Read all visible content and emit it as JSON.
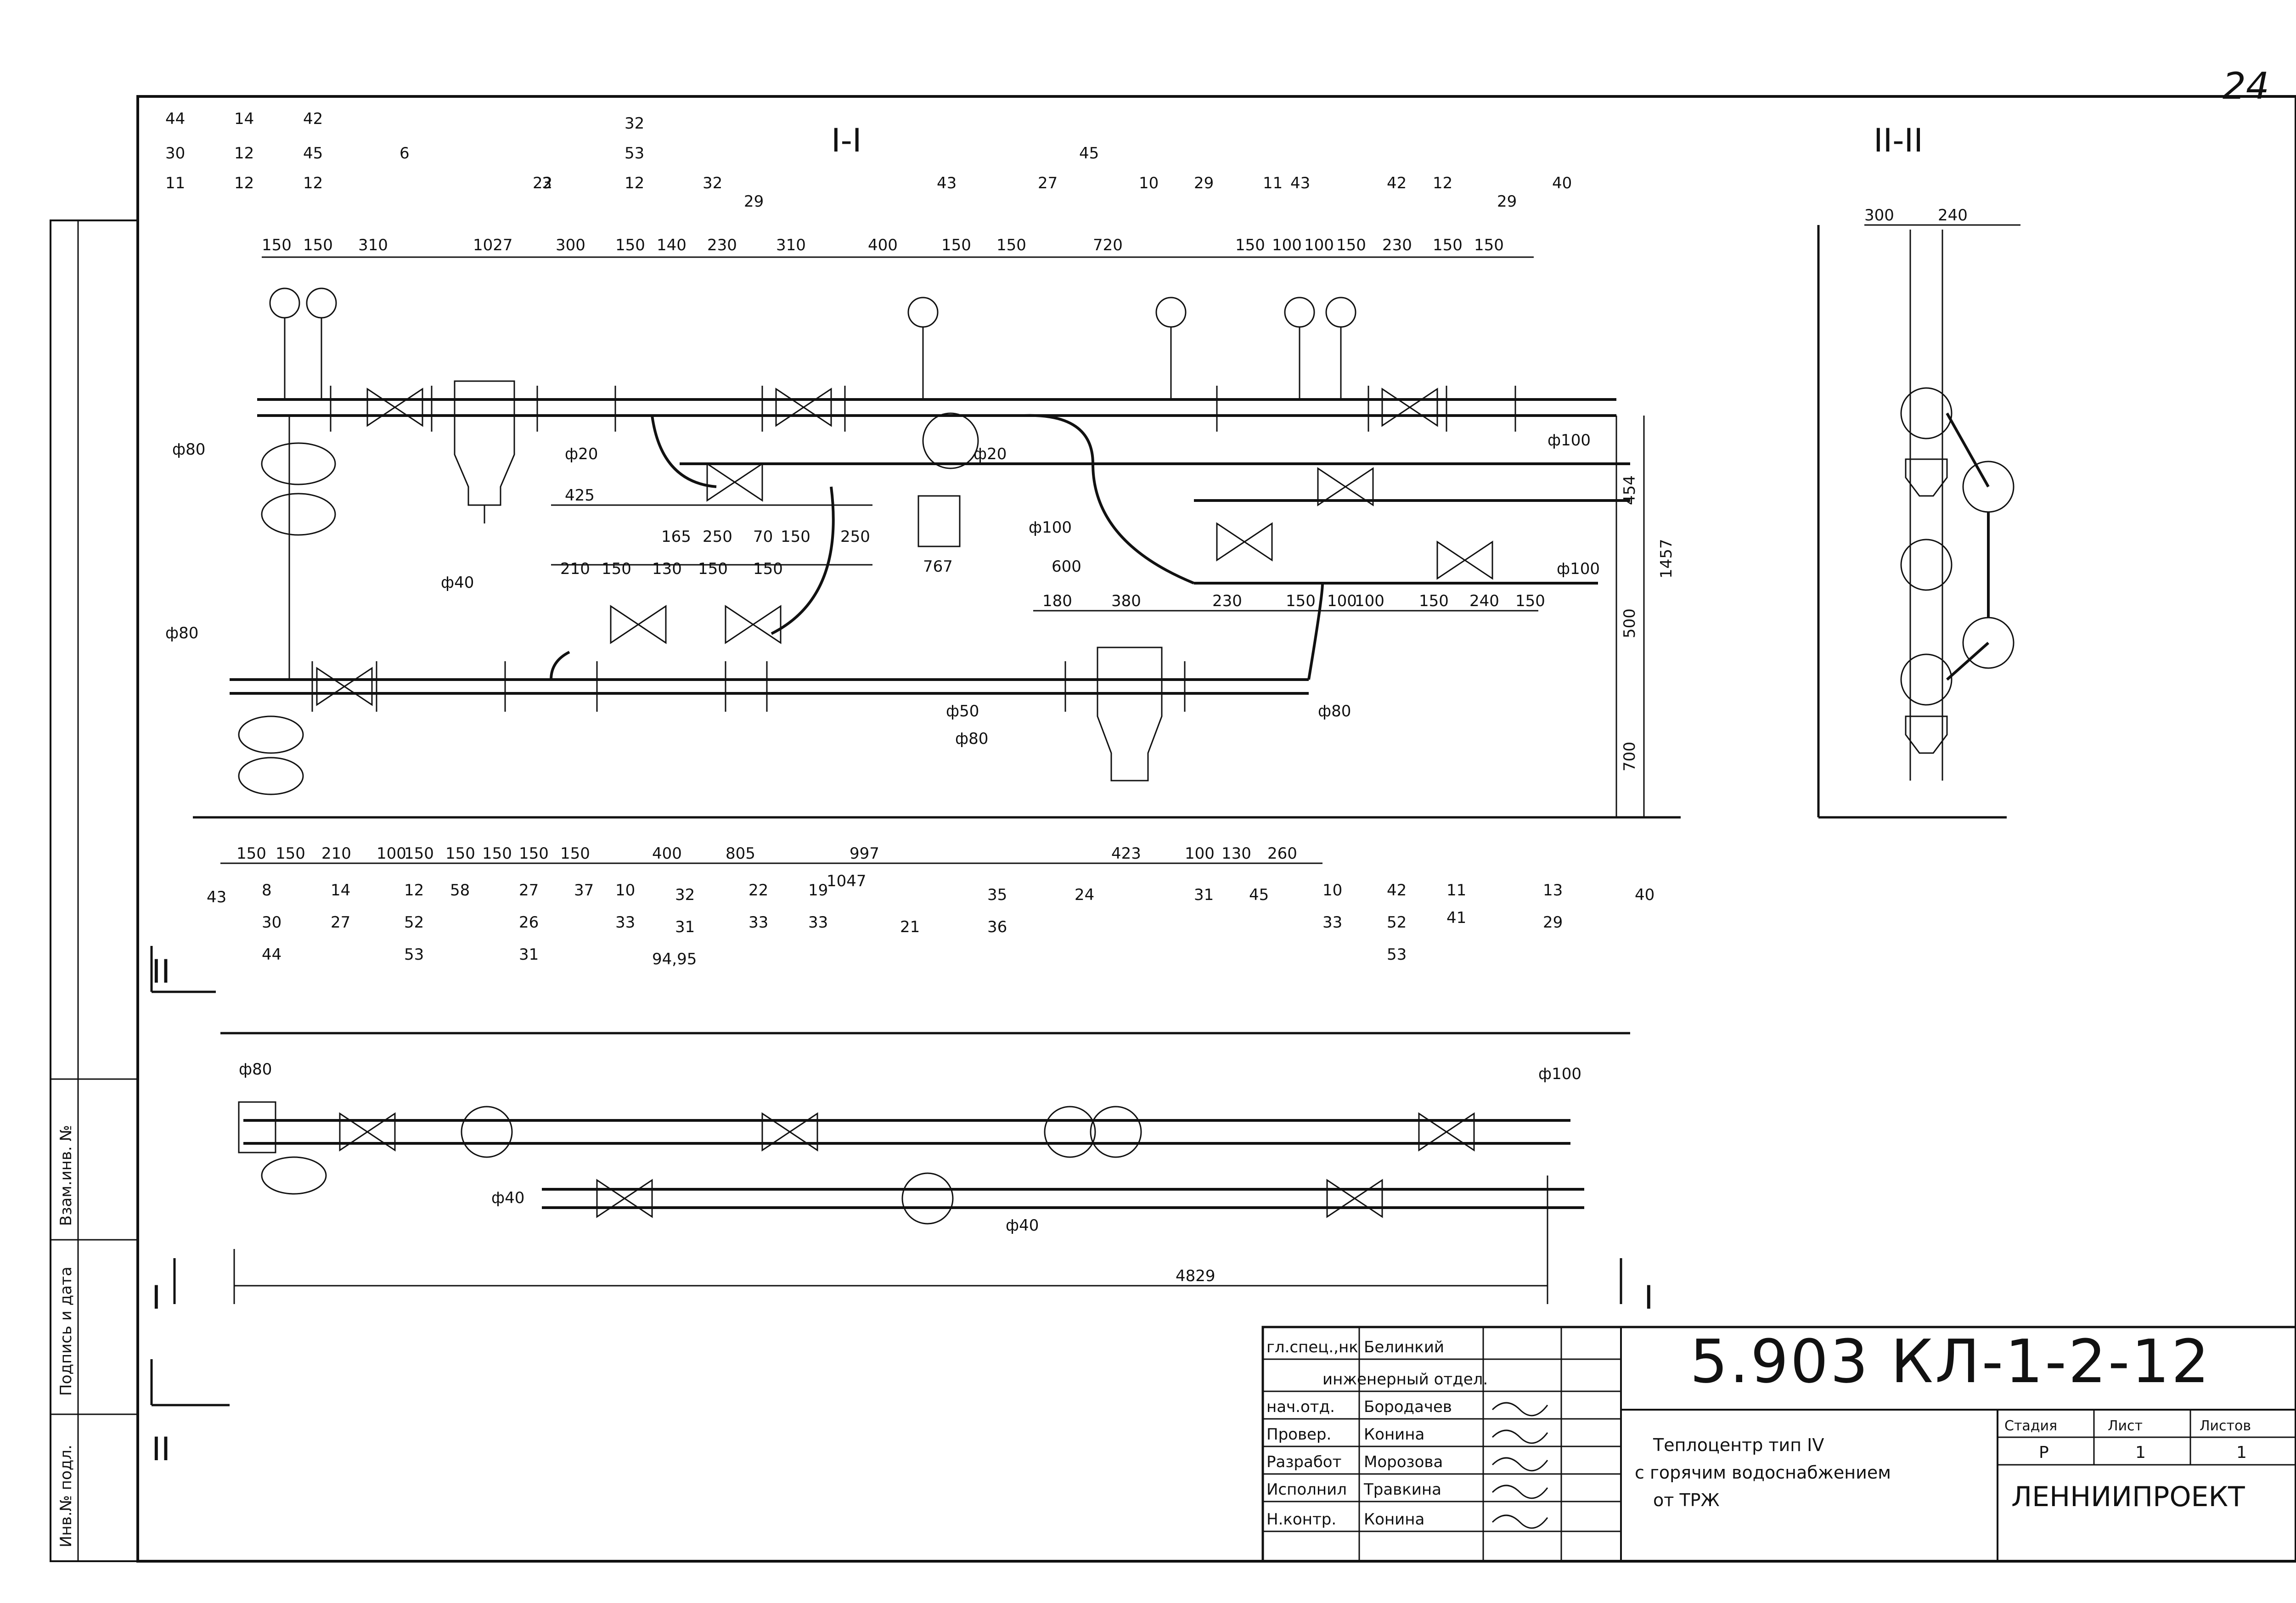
{
  "sheet_number": "24",
  "document_code": "5.903 КЛ-1-2-12",
  "organization": "ЛЕННИИПРОЕКТ",
  "title": {
    "line1": "Теплоцентр тип IV",
    "line2": "с горячим водоснабжением",
    "line3": "от ТРЖ"
  },
  "stage_headers": [
    "Стадия",
    "Лист",
    "Листов"
  ],
  "stage_values": [
    "Р",
    "1",
    "1"
  ],
  "staff": [
    {
      "role": "гл.спец.,нк",
      "name": "Белинкий"
    },
    {
      "role": "",
      "name": "инженерный отдел."
    },
    {
      "role": "нач.отд.",
      "name": "Бородачев"
    },
    {
      "role": "Провер.",
      "name": "Конина"
    },
    {
      "role": "Разработ",
      "name": "Морозова"
    },
    {
      "role": "Исполнил",
      "name": "Травкина"
    },
    {
      "role": "Н.контр.",
      "name": "Конина"
    }
  ],
  "side_stamp": [
    "Инв.№ подл.",
    "Подпись и дата",
    "Взам.инв. №"
  ],
  "sections": {
    "main": "I-I",
    "side": "II-II",
    "mark_I": "I",
    "mark_II": "II"
  },
  "diameters": [
    "ф80",
    "ф80",
    "ф40",
    "ф20",
    "ф20",
    "ф100",
    "ф100",
    "ф100",
    "ф50",
    "ф80",
    "ф80",
    "ф80",
    "ф40",
    "ф40",
    "ф100"
  ],
  "top_dims": [
    "150",
    "150",
    "310",
    "1027",
    "300",
    "150",
    "140",
    "230",
    "310",
    "400",
    "150",
    "150",
    "720",
    "150",
    "100",
    "100",
    "150",
    "230",
    "150",
    "150"
  ],
  "middle_dims": [
    "425",
    "165",
    "250",
    "70",
    "150",
    "250",
    "767",
    "600",
    "180",
    "380",
    "230",
    "150",
    "100",
    "100",
    "150",
    "240",
    "150",
    "210",
    "150",
    "130",
    "150",
    "150"
  ],
  "bottom_dims": [
    "150",
    "150",
    "210",
    "100",
    "150",
    "150",
    "150",
    "150",
    "150",
    "400",
    "805",
    "997",
    "1047",
    "423",
    "100",
    "130",
    "260"
  ],
  "right_dims": [
    "1457",
    "700",
    "500",
    "454"
  ],
  "side_dims": [
    "300",
    "240"
  ],
  "plan_length": "4829",
  "bottom_refs": [
    "43",
    "8",
    "30",
    "44",
    "14",
    "27",
    "12",
    "52",
    "53",
    "58",
    "27",
    "26",
    "31",
    "37",
    "10",
    "33",
    "32",
    "31",
    "94,95",
    "22",
    "33",
    "19",
    "33",
    "21",
    "35",
    "36",
    "24",
    "31",
    "45",
    "10",
    "33",
    "42",
    "52",
    "53",
    "11",
    "41",
    "13",
    "29",
    "40"
  ],
  "top_refs": [
    "44",
    "30",
    "11",
    "14",
    "12",
    "12",
    "42",
    "45",
    "12",
    "6",
    "22",
    "3",
    "32",
    "53",
    "12",
    "32",
    "29",
    "43",
    "27",
    "45",
    "10",
    "29",
    "11",
    "43",
    "42",
    "12",
    "29",
    "40"
  ]
}
